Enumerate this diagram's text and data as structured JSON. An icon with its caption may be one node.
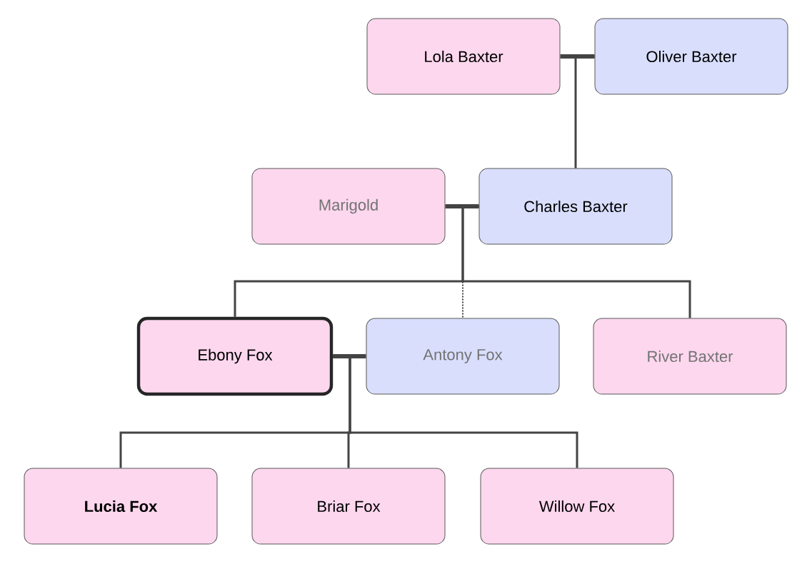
{
  "diagram": {
    "nodes": [
      {
        "text": [
          "Lola Baxter"
        ]
      },
      {
        "text": [
          "Oliver Baxter"
        ]
      },
      {
        "text": [
          "Marigold"
        ]
      },
      {
        "text": [
          "Charles Baxter"
        ]
      },
      {
        "text": [
          "Ebony Fox"
        ]
      },
      {
        "text": [
          "Antony Fox"
        ]
      },
      {
        "text": [
          "River Baxter"
        ]
      },
      {
        "text": [
          "Lucia Fox"
        ]
      },
      {
        "text": [
          "Briar Fox"
        ]
      },
      {
        "text": [
          "Willow Fox"
        ]
      }
    ],
    "edges": [
      {
        "from": 0,
        "to": 1,
        "arrow": "none",
        "style": "thick"
      },
      {
        "from": 2,
        "to": 3,
        "arrow": "none",
        "style": "thick"
      },
      {
        "from": 4,
        "to": 5,
        "arrow": "none",
        "style": "thick"
      },
      {
        "from": 1,
        "to": 3,
        "arrow": "none"
      },
      {
        "from": 3,
        "to": 5,
        "arrow": "none",
        "style": "dashed"
      },
      {
        "from": 3,
        "to": 4,
        "arrow": "none"
      },
      {
        "from": 3,
        "to": 6,
        "arrow": "none"
      },
      {
        "from": 4,
        "to": 7,
        "arrow": "none"
      },
      {
        "from": 4,
        "to": 8,
        "arrow": "none"
      },
      {
        "from": 4,
        "to": 9,
        "arrow": "none"
      }
    ]
  }
}
